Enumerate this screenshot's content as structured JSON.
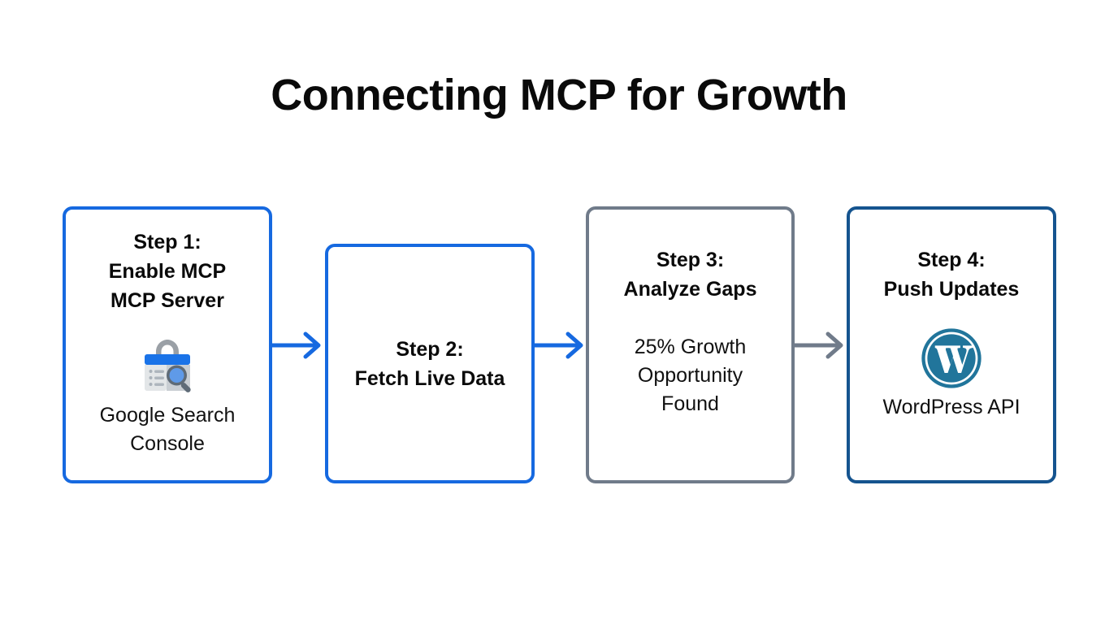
{
  "page": {
    "title": "Connecting MCP for Growth",
    "background_color": "#ffffff"
  },
  "colors": {
    "blue_primary": "#1669e0",
    "blue_dark": "#15548f",
    "gray_slate": "#707b8a",
    "text": "#0a0a0a",
    "gsc_blue": "#1a73e8",
    "gsc_gray": "#9aa0a6",
    "gsc_light_gray": "#dadce0",
    "wordpress_blue": "#21759b"
  },
  "flow": {
    "steps": [
      {
        "id": "step-1",
        "heading": "Step 1:\nEnable MCP\nMCP Server",
        "body": "Google Search\nConsole",
        "icon": "google-search-console-icon",
        "border_color": "#1669e0"
      },
      {
        "id": "step-2",
        "heading": "Step 2:\nFetch Live Data",
        "body": "",
        "icon": "",
        "border_color": "#1669e0"
      },
      {
        "id": "step-3",
        "heading": "Step 3:\nAnalyze Gaps",
        "body": "25% Growth\nOpportunity\nFound",
        "icon": "",
        "border_color": "#707b8a"
      },
      {
        "id": "step-4",
        "heading": "Step 4:\nPush Updates",
        "body": "WordPress API",
        "icon": "wordpress-icon",
        "border_color": "#15548f"
      }
    ],
    "connectors": [
      {
        "id": "arrow-1-2",
        "from": "step-1",
        "to": "step-2",
        "color": "#1669e0"
      },
      {
        "id": "arrow-2-3",
        "from": "step-2",
        "to": "step-3",
        "color": "#1669e0"
      },
      {
        "id": "arrow-3-4",
        "from": "step-3",
        "to": "step-4",
        "color": "#707b8a"
      }
    ]
  },
  "metrics": {
    "growth_opportunity_percent": "25%"
  }
}
